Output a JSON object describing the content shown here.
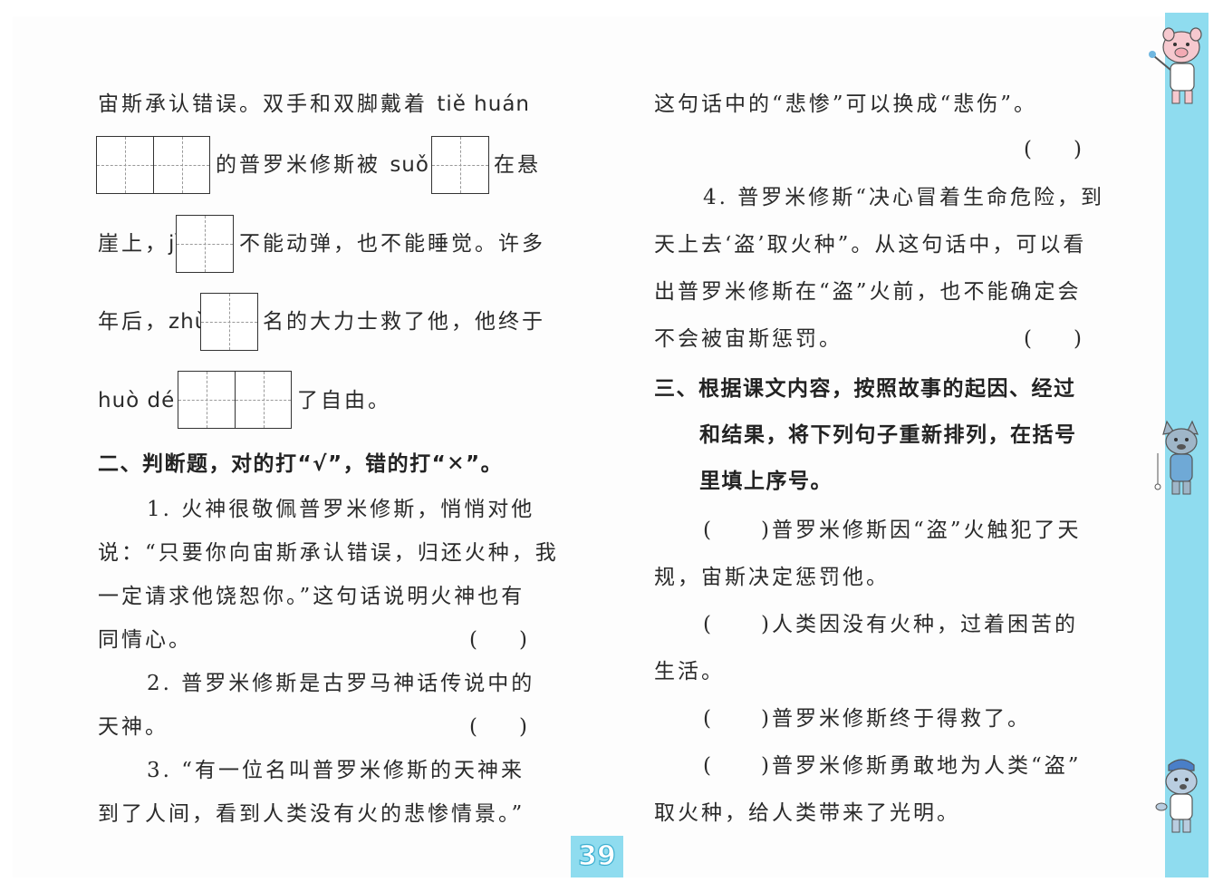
{
  "left": {
    "fill": {
      "l1": "宙斯承认错误。双手和双脚戴着 ",
      "l1_py": "tiě huán",
      "l2_text": "的普罗米修斯被 ",
      "l2_py": "suǒ",
      "l2_tail": "在悬",
      "l3_text": "崖上，",
      "l3_py": "jì",
      "l3_tail": "不能动弹，也不能睡觉。许多",
      "l4_text": "年后，",
      "l4_py": "zhù",
      "l4_tail": "名的大力士救了他，他终于",
      "l5_py": "huò dé",
      "l5_tail": "了自由。"
    },
    "section2_title": "二、判断题，对的打“√”，错的打“✕”。",
    "q1": [
      "1. 火神很敬佩普罗米修斯，悄悄对他",
      "说：“只要你向宙斯承认错误，归还火种，我",
      "一定请求他饶恕你。”这句话说明火神也有",
      "同情心。"
    ],
    "q2": [
      "2. 普罗米修斯是古罗马神话传说中的",
      "天神。"
    ],
    "q3": [
      "3. “有一位名叫普罗米修斯的天神来",
      "到了人间，看到人类没有火的悲惨情景。”"
    ],
    "paren": "(　　)"
  },
  "right": {
    "q3_end": "这句话中的“悲惨”可以换成“悲伤”。",
    "q4": [
      "4. 普罗米修斯“决心冒着生命危险，到",
      "天上去‘盗’取火种”。从这句话中，可以看",
      "出普罗米修斯在“盗”火前，也不能确定会",
      "不会被宙斯惩罚。"
    ],
    "section3_title": [
      "三、根据课文内容，按照故事的起因、经过",
      "和结果，将下列句子重新排列，在括号",
      "里填上序号。"
    ],
    "items": [
      [
        "(　　)普罗米修斯因“盗”火触犯了天",
        "规，宙斯决定惩罚他。"
      ],
      [
        "(　　)人类因没有火种，过着困苦的",
        "生活。"
      ],
      [
        "(　　)普罗米修斯终于得救了。"
      ],
      [
        "(　　)普罗米修斯勇敢地为人类“盗”",
        "取火种，给人类带来了光明。"
      ]
    ]
  },
  "page_number": "39",
  "colors": {
    "sidebar": "#8fdcef",
    "text": "#2a2a2a"
  },
  "icons": [
    "pig-painter-icon",
    "wolf-yoyo-icon",
    "dog-cap-icon"
  ]
}
